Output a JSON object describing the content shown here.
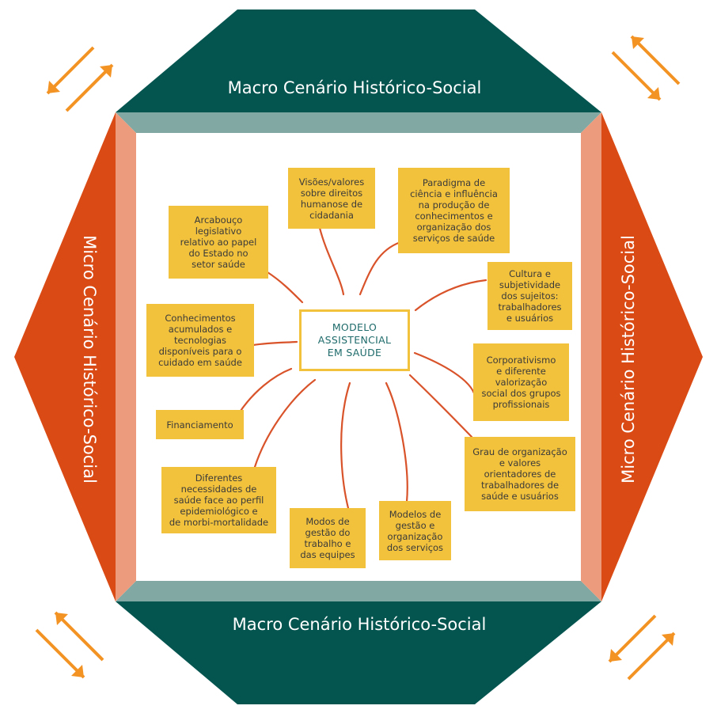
{
  "colors": {
    "macro_panel": "#04544f",
    "macro_bevel": "#82a8a3",
    "micro_panel": "#da4a14",
    "micro_bevel": "#ec9c7c",
    "box": "#f3c23c",
    "connector": "#d9532a",
    "arrows": "#f39324",
    "center_text": "#1f6b6b"
  },
  "panels": {
    "macro_top": "Macro Cenário Histórico-Social",
    "macro_bottom": "Macro Cenário Histórico-Social",
    "micro_left": "Micro Cenário Histórico-Social",
    "micro_right": "Micro Cenário Histórico-Social"
  },
  "center": [
    "MODELO",
    "ASSISTENCIAL",
    "EM SAÚDE"
  ],
  "boxes": {
    "arcabouco": [
      "Arcabouço",
      "legislativo",
      "relativo ao papel",
      "do Estado no",
      "setor saúde"
    ],
    "visoes": [
      "Visões/valores",
      "sobre direitos",
      "humanose de",
      "cidadania"
    ],
    "paradigma": [
      "Paradigma de",
      "ciência e influência",
      "na produção de",
      "conhecimentos e",
      "organização dos",
      "serviços de saúde"
    ],
    "cultura": [
      "Cultura e",
      "subjetividade",
      "dos sujeitos:",
      "trabalhadores",
      "e usuários"
    ],
    "conhecimentos": [
      "Conhecimentos",
      "acumulados e",
      "tecnologias",
      "disponíveis para o",
      "cuidado em saúde"
    ],
    "corporativismo": [
      "Corporativismo",
      "e diferente",
      "valorização",
      "social dos grupos",
      "profissionais"
    ],
    "financiamento": [
      "Financiamento"
    ],
    "grau": [
      "Grau de organização",
      "e valores",
      "orientadores de",
      "trabalhadores de",
      "saúde e usuários"
    ],
    "necessidades": [
      "Diferentes",
      "necessidades de",
      "saúde face ao perfil",
      "epidemiológico e",
      "de morbi-mortalidade"
    ],
    "modos": [
      "Modos de",
      "gestão do",
      "trabalho e",
      "das equipes"
    ],
    "modelos": [
      "Modelos de",
      "gestão e",
      "organização",
      "dos serviços"
    ]
  },
  "icons": [
    "double-arrow-icon",
    "double-arrow-icon",
    "double-arrow-icon",
    "double-arrow-icon"
  ]
}
